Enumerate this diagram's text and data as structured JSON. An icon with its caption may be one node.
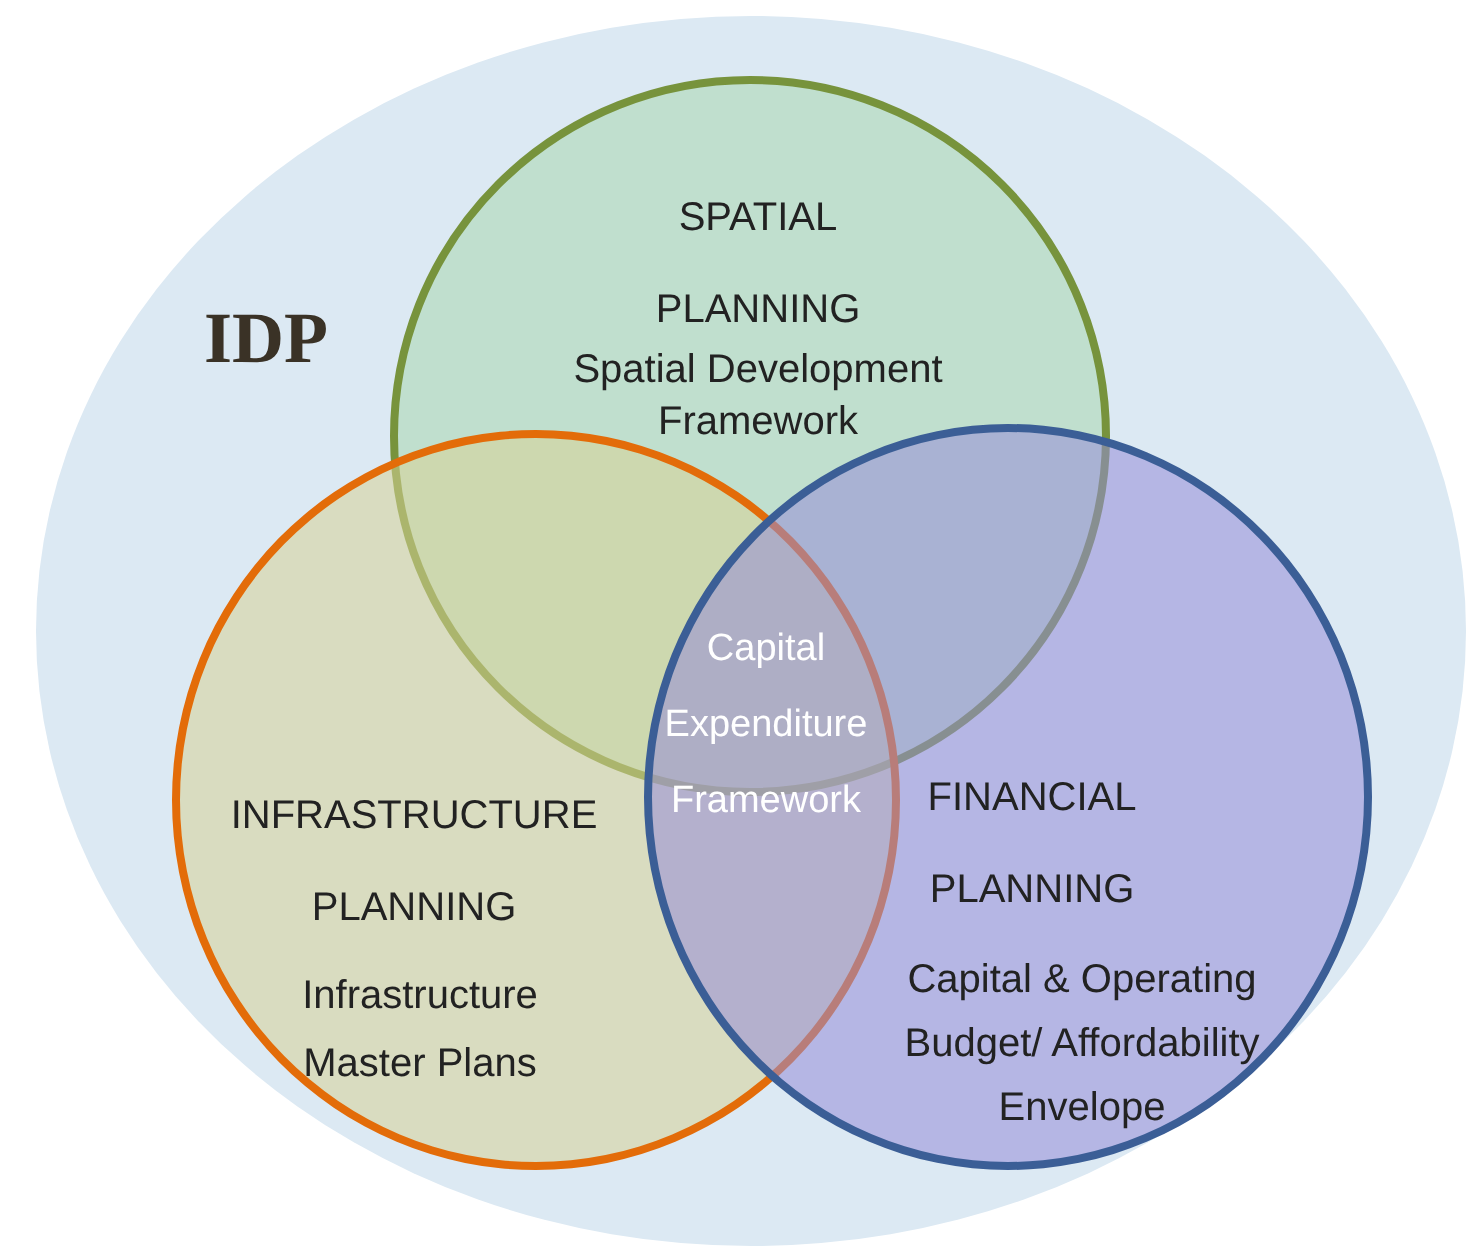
{
  "diagram": {
    "nodes": [
      {
        "text": [
          "IDP"
        ]
      },
      {
        "text": [
          "SPATIAL PLANNING",
          "Spatial Development Framework"
        ],
        "in": 0
      },
      {
        "text": [
          "INFRASTRUCTURE PLANNING",
          "Infrastructure Master Plans"
        ],
        "in": 0
      },
      {
        "text": [
          "FINANCIAL PLANNING",
          "Capital & Operating Budget/ Affordability Envelope"
        ],
        "in": 0
      },
      {
        "text": [
          "Capital Expenditure Framework"
        ]
      }
    ]
  }
}
